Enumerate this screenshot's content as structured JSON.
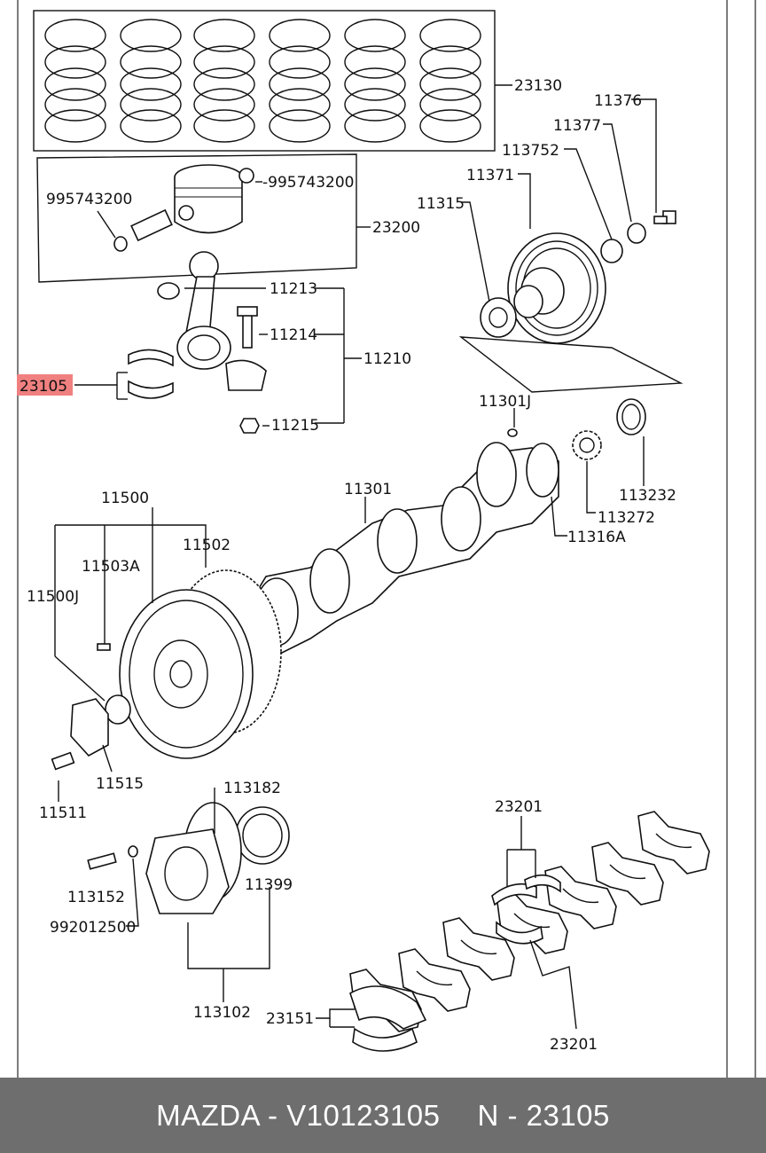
{
  "diagram": {
    "highlight_color": "#f08080",
    "labels": {
      "l23130": "23130",
      "l11376": "11376",
      "l11377": "11377",
      "l113752": "113752",
      "l995743200_right": "-995743200",
      "l995743200_left": "995743200",
      "l23200": "23200",
      "l11371": "11371",
      "l11315": "11315",
      "l11213": "11213",
      "l11214": "11214",
      "l11210": "11210",
      "l23105": "23105",
      "l11215": "11215",
      "l11301J": "11301J",
      "l11301": "11301",
      "l113232": "113232",
      "l113272": "113272",
      "l11316A": "11316A",
      "l11500": "11500",
      "l11502": "11502",
      "l11503A": "11503A",
      "l11500J": "11500J",
      "l11515": "11515",
      "l11511": "11511",
      "l113182": "113182",
      "l23201_top": "23201",
      "l113152": "113152",
      "l11399": "11399",
      "l992012500": "992012500",
      "l23151": "23151",
      "l113102": "113102",
      "l23201_bottom": "23201"
    }
  },
  "footer": {
    "brand_part": "MAZDA - V10123105",
    "ref_part": "N - 23105"
  }
}
